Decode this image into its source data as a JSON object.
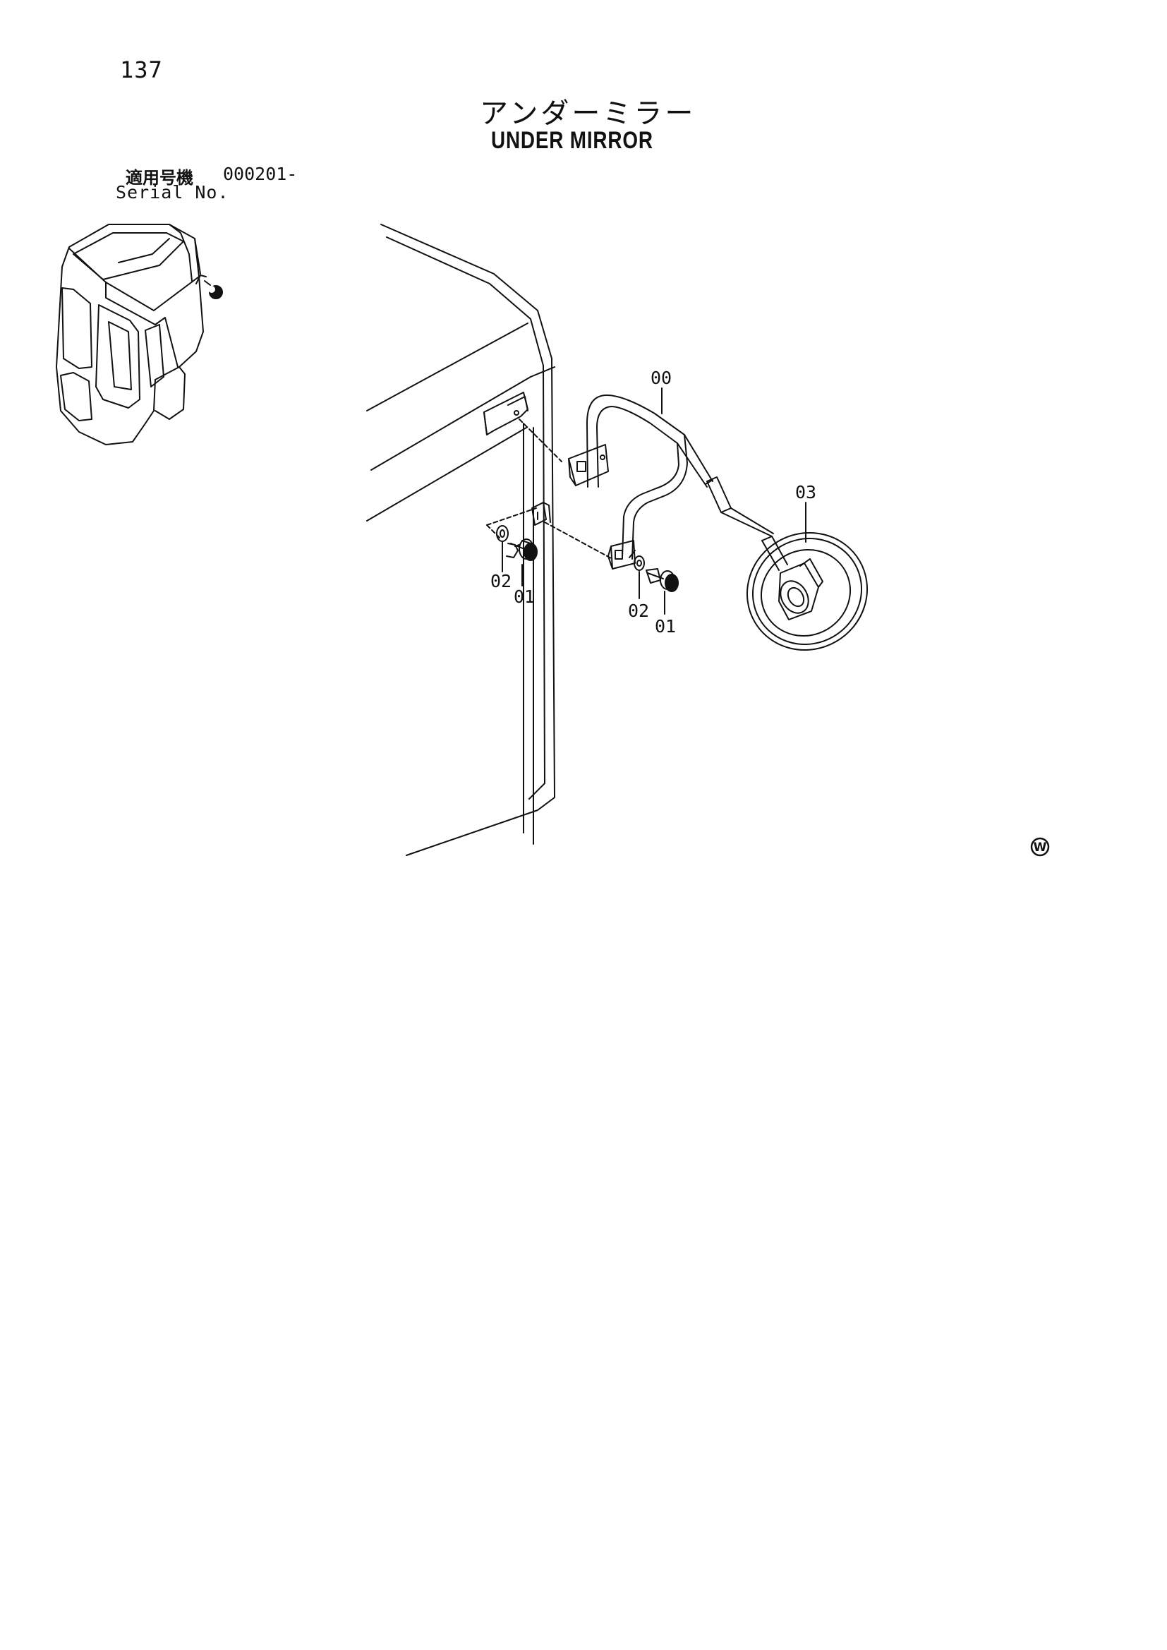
{
  "page_number": "137",
  "title_japanese": "アンダーミラー",
  "title_english": "UNDER MIRROR",
  "serial": {
    "label_japanese": "適用号機",
    "code": "000201-",
    "label_english": "Serial No."
  },
  "callouts": {
    "mirror_stay": "00",
    "mirror": "03",
    "left_washer": "02",
    "left_bolt": "01",
    "right_washer": "02",
    "right_bolt": "01"
  },
  "logo_letter": "W"
}
